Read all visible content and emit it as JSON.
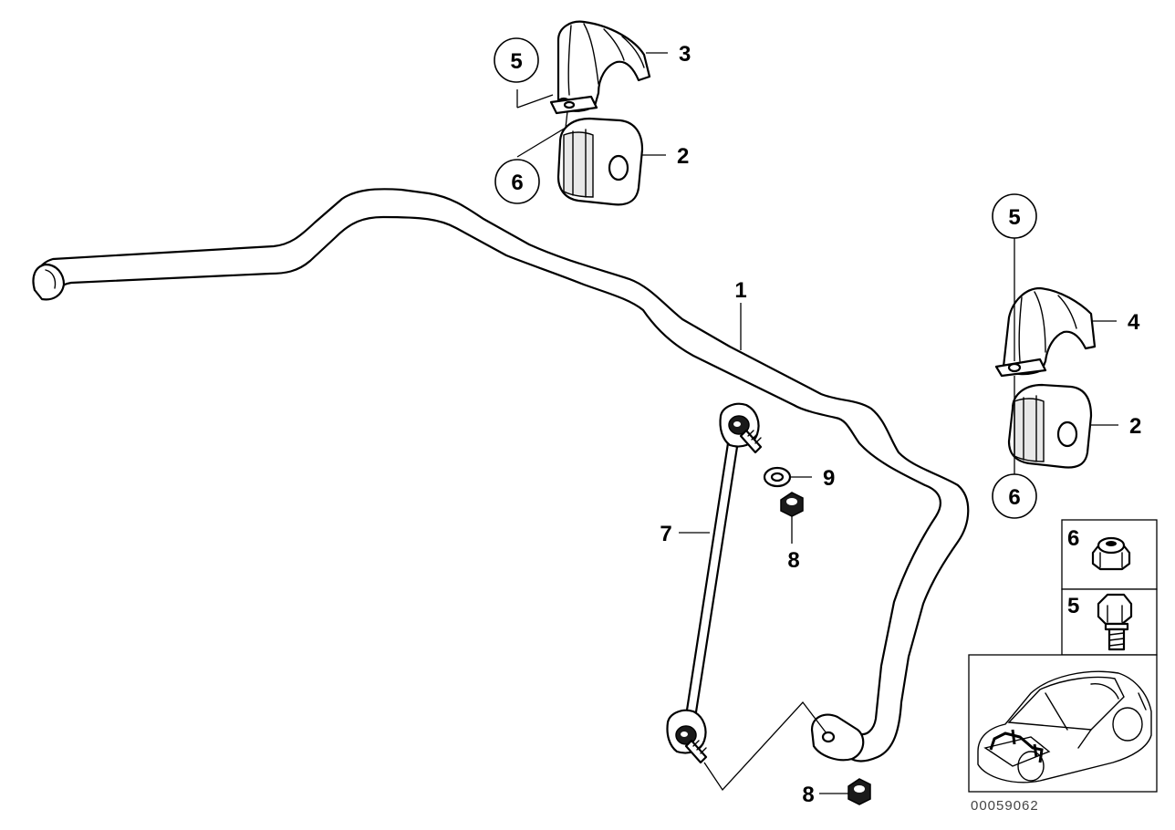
{
  "callouts": {
    "stabilizer_bar": "1",
    "rubber_mounting_right": "2",
    "rubber_mounting_left": "2",
    "bracket_left": "3",
    "bracket_right": "4",
    "screw_top": "5",
    "screw_right": "5",
    "nut_top": "6",
    "nut_right": "6",
    "link": "7",
    "nut_link_top": "8",
    "nut_link_bottom": "8",
    "washer": "9"
  },
  "legend": {
    "nut_number": "6",
    "screw_number": "5"
  },
  "document_id": "00059062"
}
